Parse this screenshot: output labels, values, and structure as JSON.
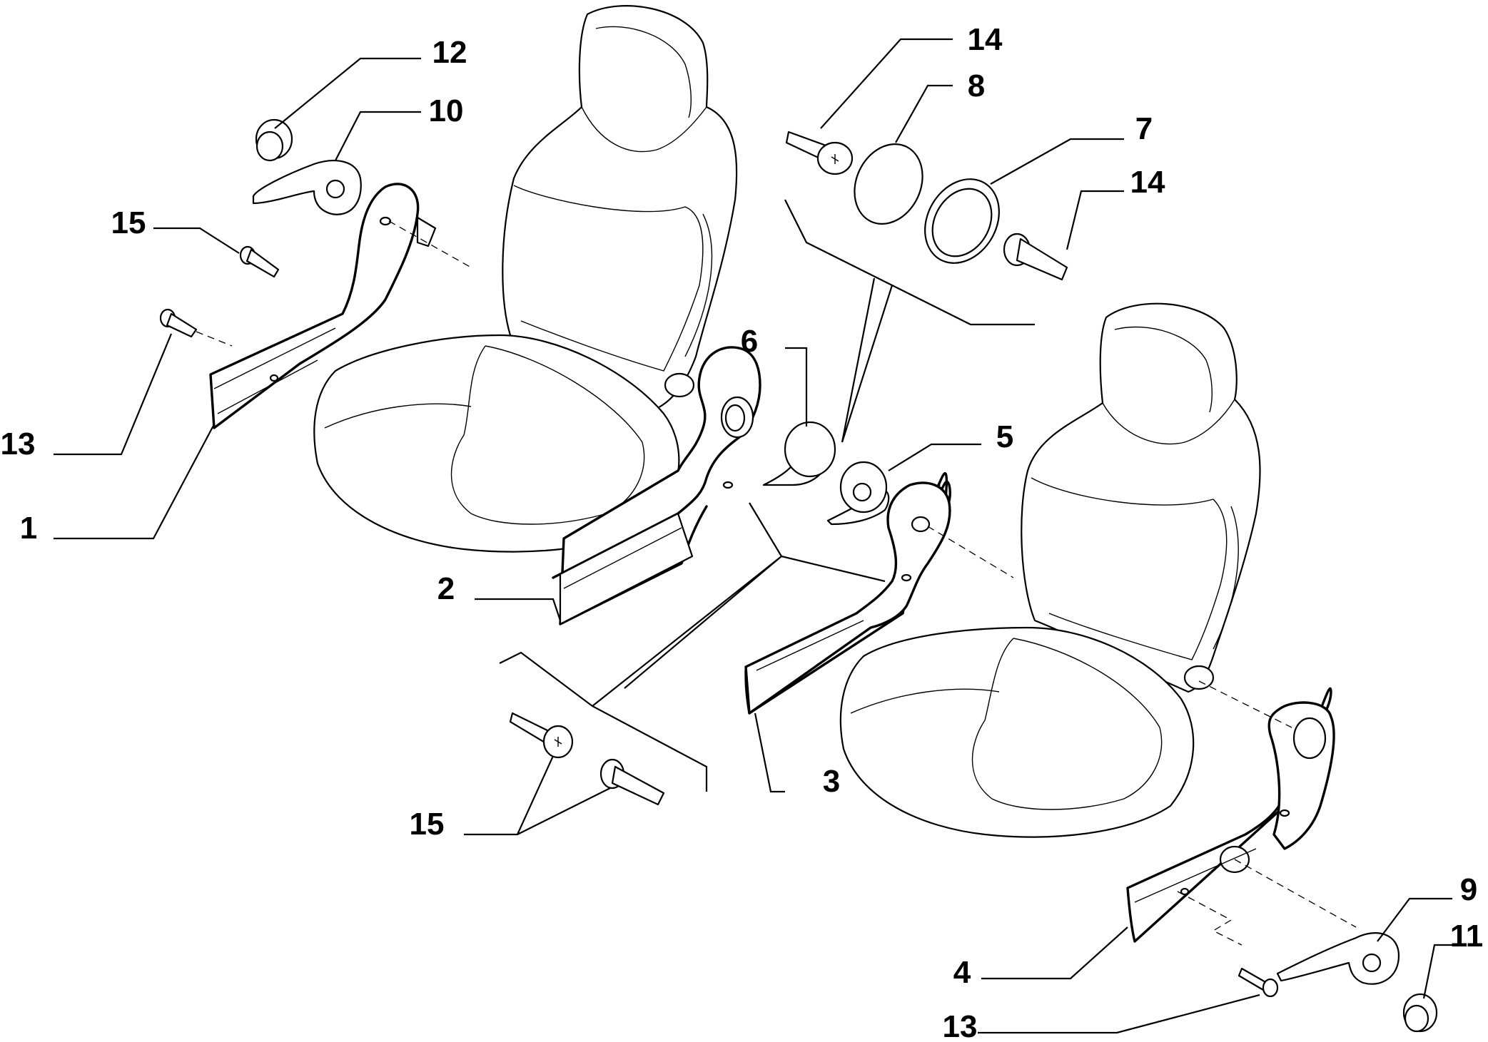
{
  "labels": {
    "l12": "12",
    "l10": "10",
    "l15a": "15",
    "l13a": "13",
    "l1": "1",
    "l14a": "14",
    "l8": "8",
    "l7": "7",
    "l14b": "14",
    "l6": "6",
    "l5": "5",
    "l2": "2",
    "l3": "3",
    "l15b": "15",
    "l4": "4",
    "l9": "9",
    "l11": "11",
    "l13b": "13"
  }
}
